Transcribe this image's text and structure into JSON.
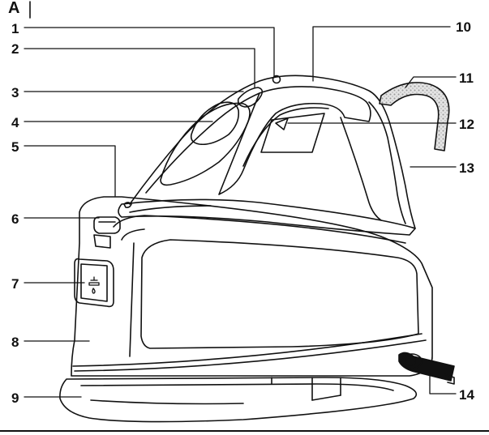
{
  "figure": {
    "letter": "A"
  },
  "callouts": [
    {
      "id": "1",
      "label": "1"
    },
    {
      "id": "2",
      "label": "2"
    },
    {
      "id": "3",
      "label": "3"
    },
    {
      "id": "4",
      "label": "4"
    },
    {
      "id": "5",
      "label": "5"
    },
    {
      "id": "6",
      "label": "6"
    },
    {
      "id": "7",
      "label": "7"
    },
    {
      "id": "8",
      "label": "8"
    },
    {
      "id": "9",
      "label": "9"
    },
    {
      "id": "10",
      "label": "10"
    },
    {
      "id": "11",
      "label": "11"
    },
    {
      "id": "12",
      "label": "12"
    },
    {
      "id": "13",
      "label": "13"
    },
    {
      "id": "14",
      "label": "14"
    }
  ],
  "colors": {
    "line": "#111111",
    "cord_fill": "#cfcfcf",
    "bottom_rule": "#111111"
  }
}
